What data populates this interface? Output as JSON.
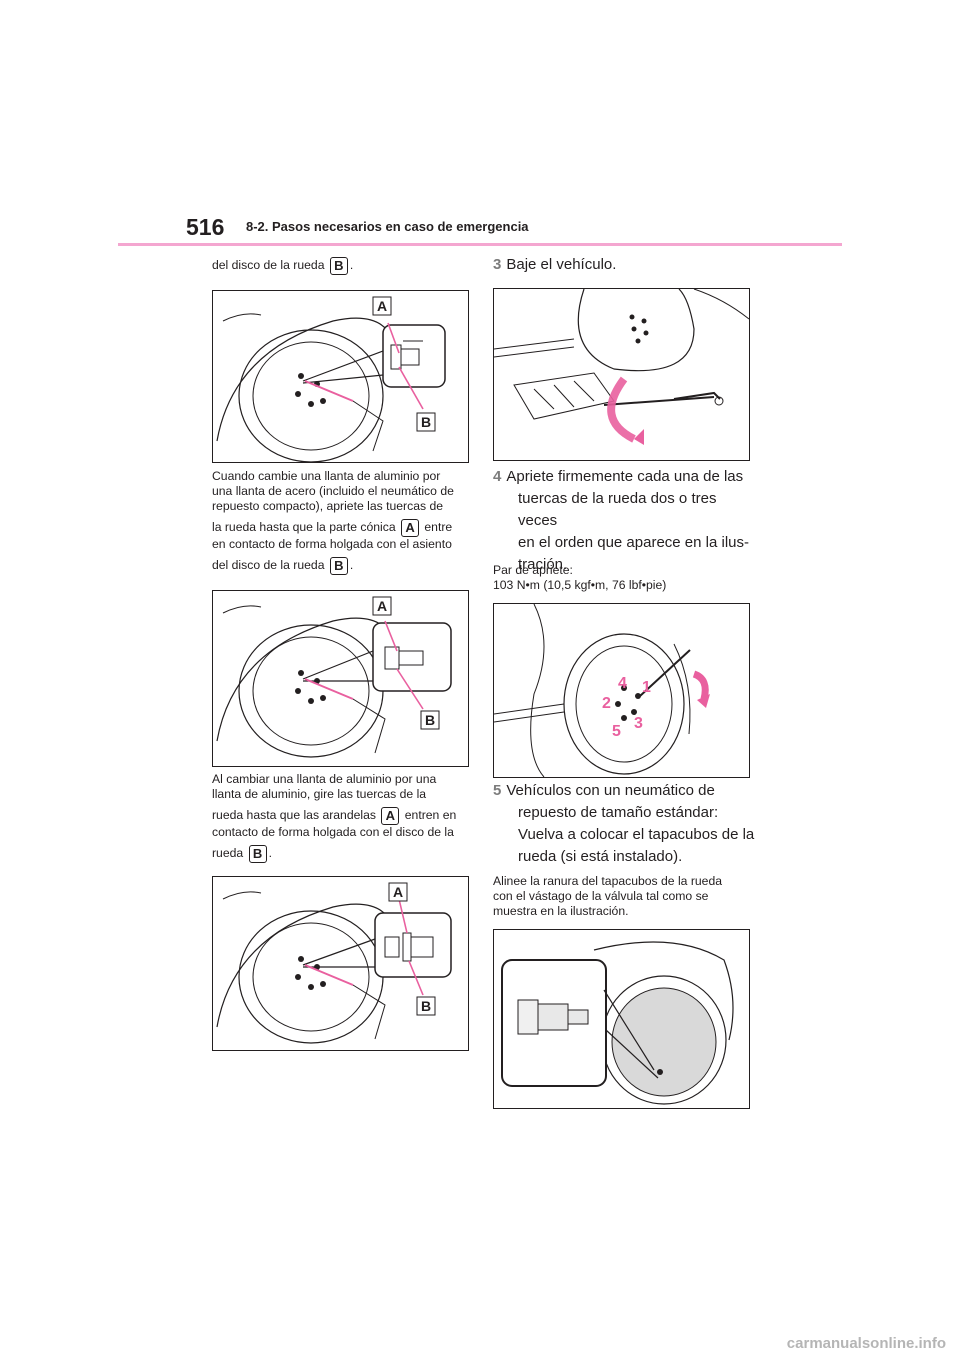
{
  "header": {
    "page_number": "516",
    "section_title": "8-2. Pasos necesarios en caso de emergencia"
  },
  "left": {
    "intro_text": "del disco de la rueda",
    "intro_badge": "B",
    "fig1_labels": {
      "a": "A",
      "b": "B"
    },
    "para2_line1": "Cuando cambie una llanta de aluminio por",
    "para2_line2": "una llanta de acero (incluido el neumático de",
    "para2_line3": "repuesto compacto), apriete las tuercas de",
    "para2_line4_before": "la rueda hasta que la parte cónica",
    "para2_badge_a": "A",
    "para2_line4_after": "entre",
    "para2_line5": "en contacto de forma holgada con el asiento",
    "para2_line6": "del disco de la rueda",
    "para2_badge_b": "B",
    "fig2_labels": {
      "a": "A",
      "b": "B"
    },
    "para3_line1": "Al cambiar una llanta de aluminio por una",
    "para3_line2": "llanta de aluminio, gire las tuercas de la",
    "para3_line3_before": "rueda hasta que las arandelas",
    "para3_badge_a": "A",
    "para3_line3_after": "entren en",
    "para3_line4": "contacto de forma holgada con el disco de la",
    "para3_line5": "rueda",
    "para3_badge_b": "B",
    "fig3_labels": {
      "a": "A",
      "b": "B"
    }
  },
  "right": {
    "step3_num": "3",
    "step3_text": "Baje el vehículo.",
    "step4_num": "4",
    "step4_line1": "Apriete firmemente cada una de las",
    "step4_line2": "tuercas de la rueda dos o tres veces",
    "step4_line3": "en el orden que aparece en la ilus-",
    "step4_line4": "tración.",
    "torque_label": "Par de apriete:",
    "torque_value": "103 N•m (10,5 kgf•m, 76 lbf•pie)",
    "order_numbers": [
      "1",
      "2",
      "3",
      "4",
      "5"
    ],
    "step5_num": "5",
    "step5_line1": "Vehículos con un neumático de",
    "step5_line2": "repuesto de tamaño estándar:",
    "step5_line3": "Vuelva a colocar el tapacubos de la",
    "step5_line4": "rueda (si está instalado).",
    "para_line1": "Alinee la ranura del tapacubos de la rueda",
    "para_line2": "con el vástago de la válvula tal como se",
    "para_line3": "muestra en la ilustración."
  },
  "footer": {
    "watermark": "carmanualsonline.info"
  },
  "colors": {
    "accent": "#e9609f",
    "rule": "#f4a6d0",
    "step_number": "#7c7c7c"
  }
}
